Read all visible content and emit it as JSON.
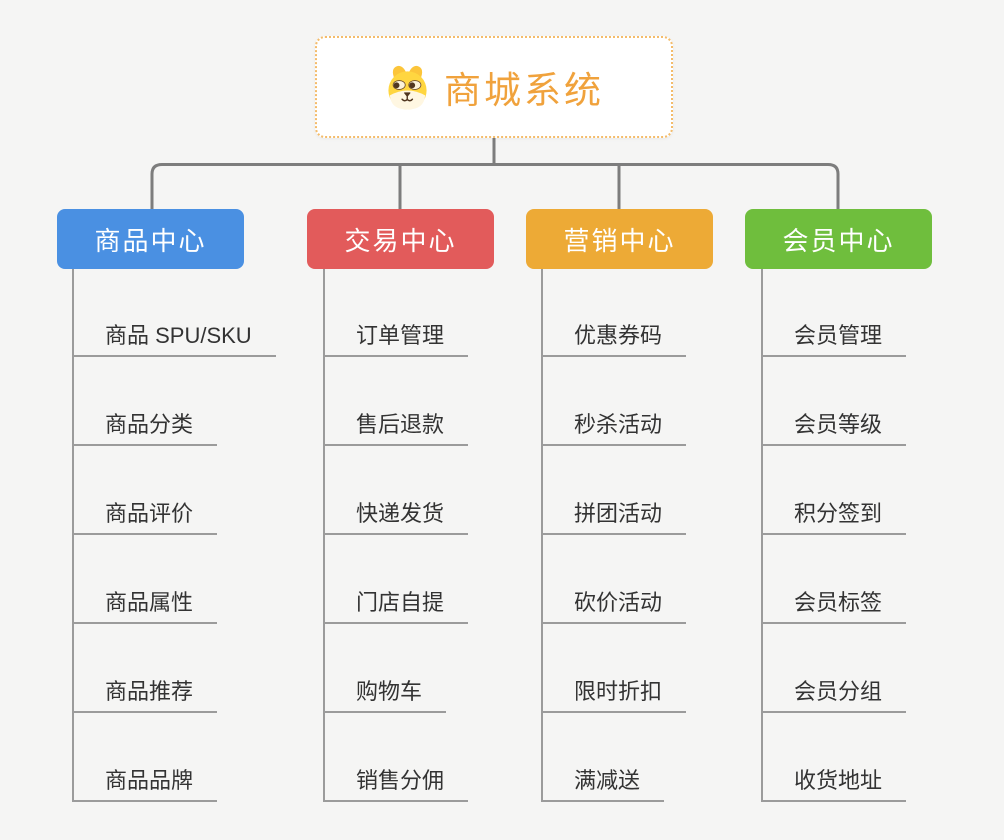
{
  "root": {
    "title": "商城系统",
    "icon": "dog-face-icon",
    "title_color": "#f0a23c",
    "border_color": "#f4bc6b"
  },
  "connectors": {
    "tree_line_color": "#7d7d7d",
    "branch_line_color": "#9b9b9b"
  },
  "branches": [
    {
      "key": "product-center",
      "label": "商品中心",
      "color": "#4a90e2",
      "items": [
        "商品 SPU/SKU",
        "商品分类",
        "商品评价",
        "商品属性",
        "商品推荐",
        "商品品牌"
      ]
    },
    {
      "key": "trade-center",
      "label": "交易中心",
      "color": "#e25b5b",
      "items": [
        "订单管理",
        "售后退款",
        "快递发货",
        "门店自提",
        "购物车",
        "销售分佣"
      ]
    },
    {
      "key": "marketing-center",
      "label": "营销中心",
      "color": "#edaa36",
      "items": [
        "优惠券码",
        "秒杀活动",
        "拼团活动",
        "砍价活动",
        "限时折扣",
        "满减送"
      ]
    },
    {
      "key": "member-center",
      "label": "会员中心",
      "color": "#6fbe3d",
      "items": [
        "会员管理",
        "会员等级",
        "积分签到",
        "会员标签",
        "会员分组",
        "收货地址"
      ]
    }
  ]
}
